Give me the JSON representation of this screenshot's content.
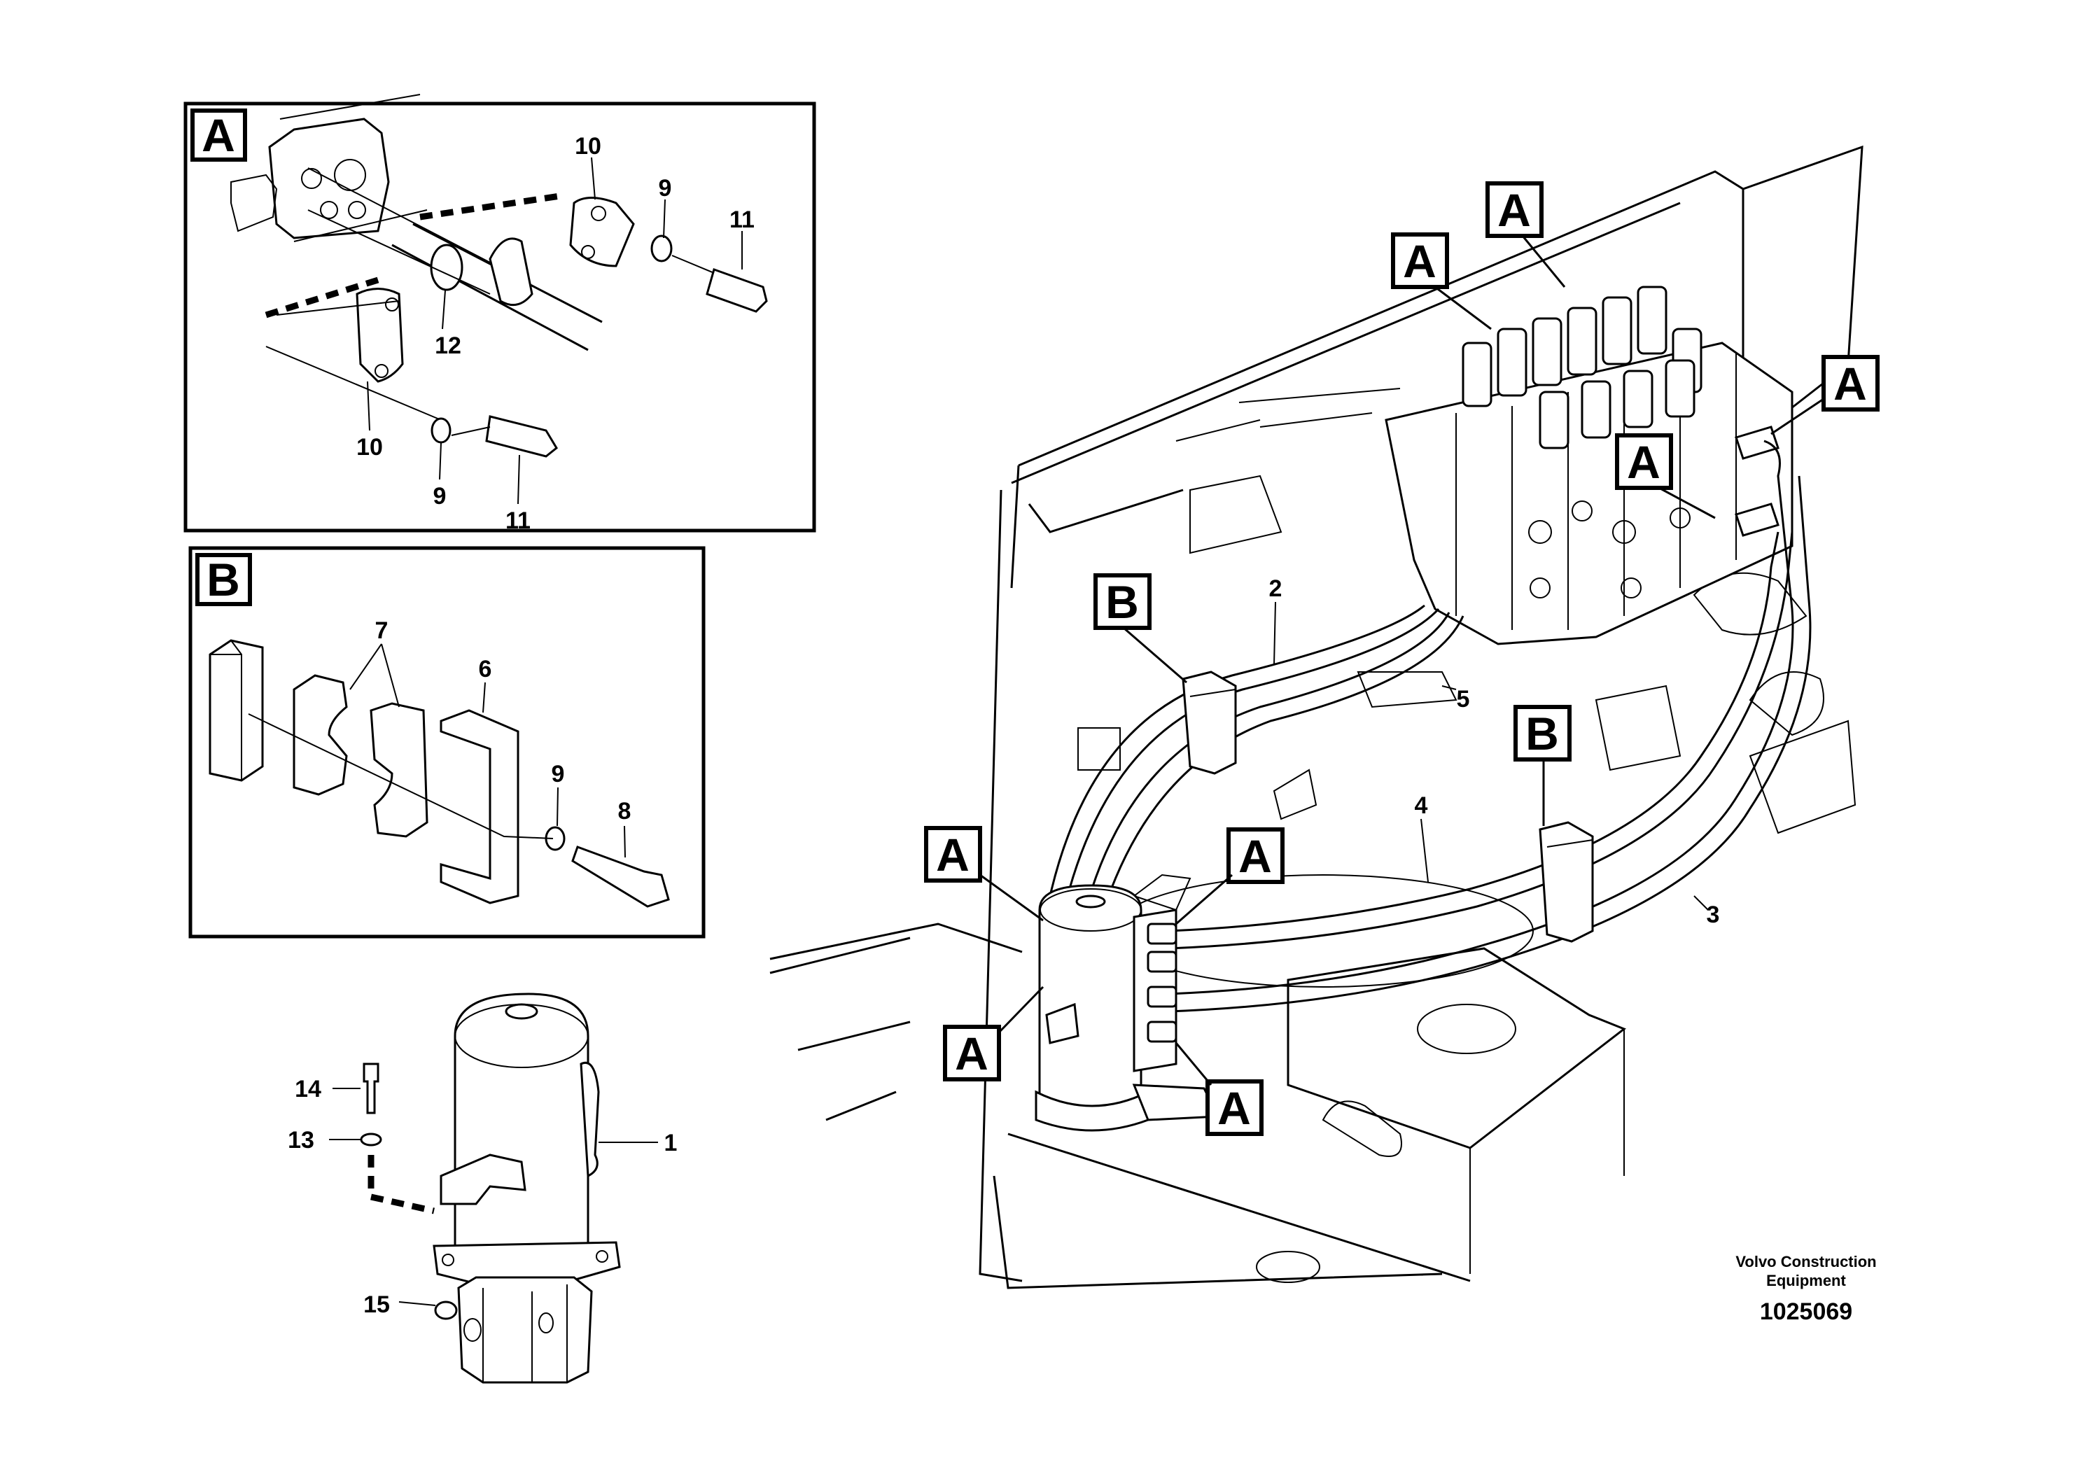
{
  "diagram": {
    "detail_a": {
      "label": "A",
      "callouts": [
        "10",
        "9",
        "11",
        "12",
        "10",
        "9",
        "11"
      ]
    },
    "detail_b": {
      "label": "B",
      "callouts": [
        "7",
        "6",
        "9",
        "8"
      ]
    },
    "swivel": {
      "callouts": [
        "14",
        "13",
        "1",
        "15"
      ]
    },
    "main": {
      "tags_a": [
        "A",
        "A",
        "A",
        "A",
        "A",
        "A",
        "A"
      ],
      "tags_b": [
        "B",
        "B"
      ],
      "hose_callouts": [
        "2",
        "5",
        "4",
        "3"
      ]
    },
    "credit": {
      "line1": "Volvo Construction",
      "line2": "Equipment",
      "number": "1025069"
    }
  }
}
